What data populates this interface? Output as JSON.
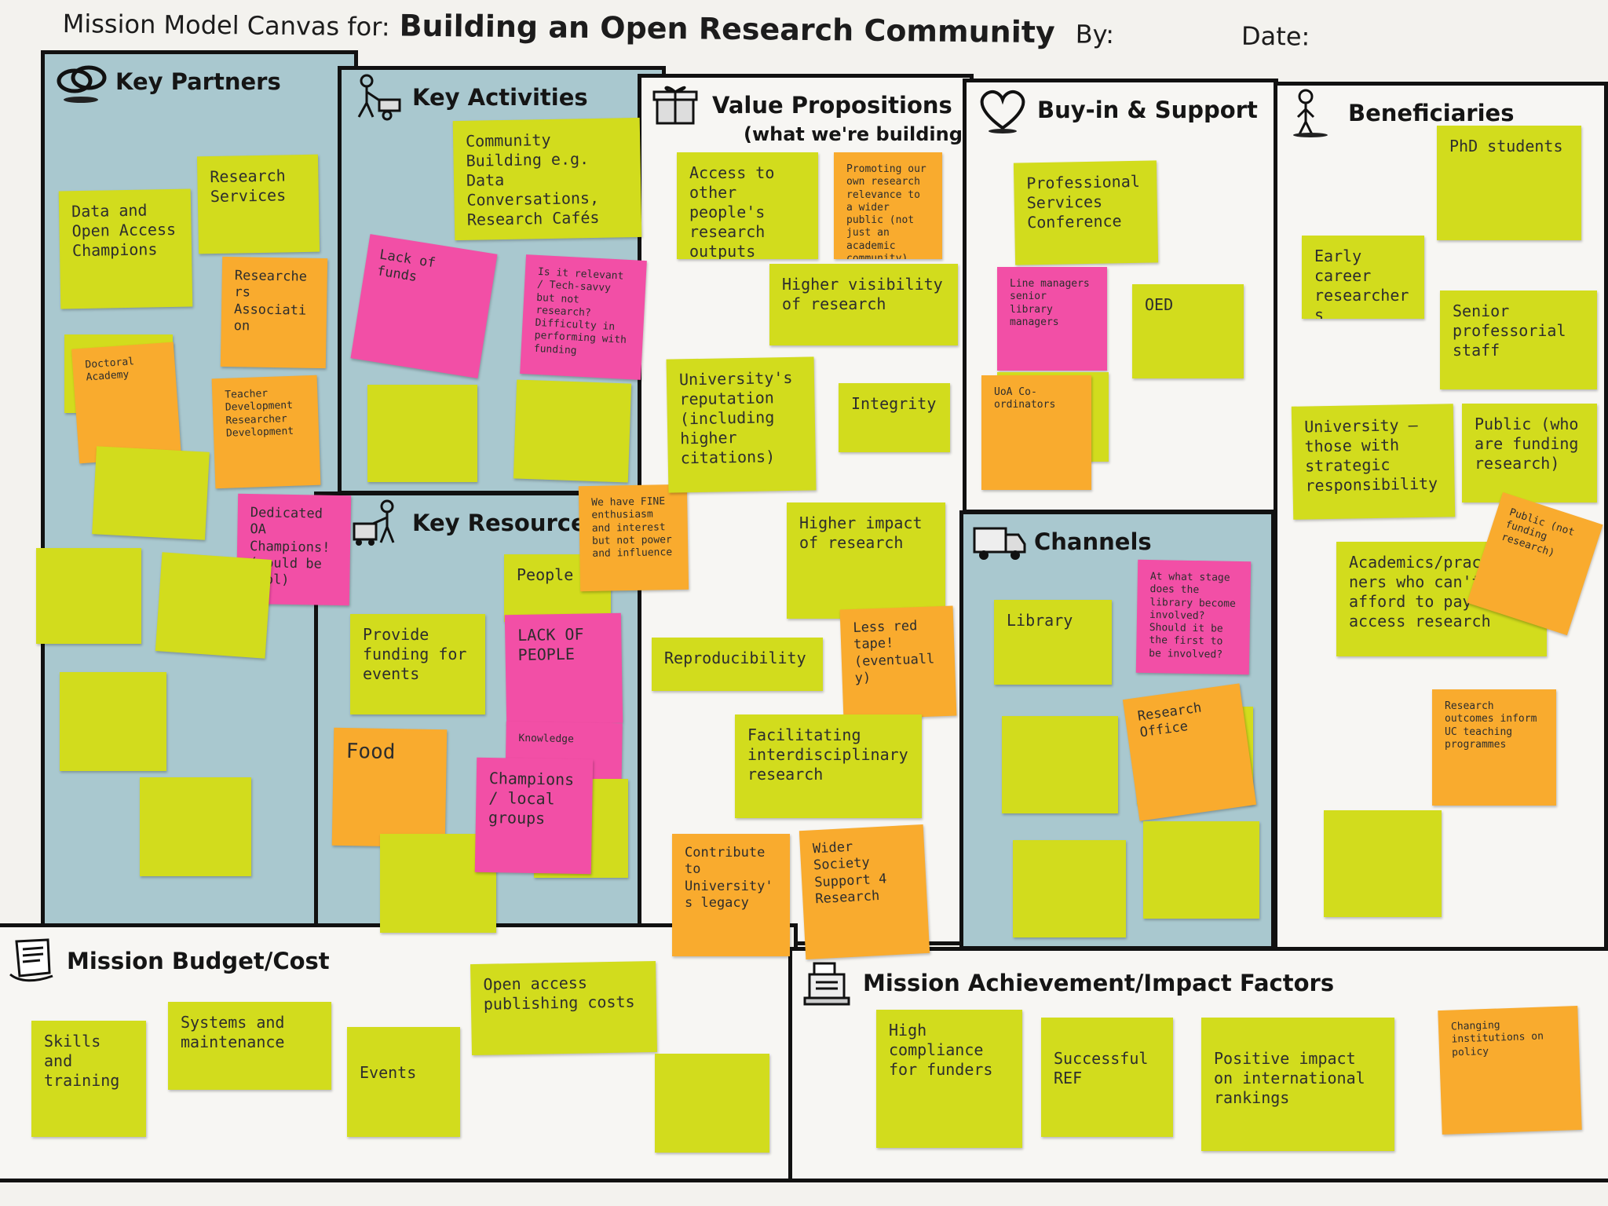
{
  "header": {
    "prefix": "Mission Model Canvas for:",
    "title": "Building an Open Research Community",
    "by_label": "By:",
    "date_label": "Date:"
  },
  "panels": {
    "key_partners": {
      "title": "Key Partners",
      "icon": "chain-link-icon"
    },
    "key_activities": {
      "title": "Key Activities",
      "icon": "person-with-wheelbarrow-icon"
    },
    "value_propositions": {
      "title": "Value Propositions",
      "subtitle": "(what we're building)",
      "icon": "gift-box-icon"
    },
    "buy_in_support": {
      "title": "Buy-in & Support",
      "icon": "heart-icon"
    },
    "beneficiaries": {
      "title": "Beneficiaries",
      "icon": "standing-person-icon"
    },
    "key_resources": {
      "title": "Key Resource",
      "icon": "person-at-crate-icon"
    },
    "channels": {
      "title": "Channels",
      "icon": "truck-icon"
    },
    "mission_budget": {
      "title": "Mission Budget/Cost",
      "icon": "receipt-icon"
    },
    "mission_achievement": {
      "title": "Mission Achievement/Impact Factors",
      "icon": "cash-register-icon"
    }
  },
  "notes": {
    "kp_research_services": "Research Services",
    "kp_data_oa_champions": "Data and Open Access Champions",
    "kp_researchers_association": "Researchers Association",
    "kp_doctoral_academy": "Doctoral Academy",
    "kp_teacher_development": "Teacher Development Researcher Development",
    "kp_dedicated_oa_champions": "Dedicated OA Champions! (would be cool)",
    "ka_community_building": "Community Building e.g. Data Conversations, Research Cafés",
    "ka_lack_of_funds": "Lack of funds",
    "ka_is_it_relevant": "Is it relevant / Tech-savvy but not research? Difficulty in performing with funding",
    "kr_people": "People",
    "kr_enthusiasm": "We have FINE enthusiasm and interest but not power and influence",
    "kr_provide_funding": "Provide funding for events",
    "kr_lack_of_people": "LACK OF PEOPLE",
    "kr_knowledge": "Knowledge",
    "kr_food": "Food",
    "kr_champions_local_groups": "Champions / local groups",
    "vp_access_outputs": "Access to other people's research outputs",
    "vp_promoting": "Promoting our own research relevance to a wider public (not just an academic community)",
    "vp_higher_visibility": "Higher visibility of research",
    "vp_reputation": "University's reputation (including higher citations)",
    "vp_integrity": "Integrity",
    "vp_higher_impact": "Higher impact of research",
    "vp_reproducibility": "Reproducibility",
    "vp_less_red_tape": "Less red tape! (eventually)",
    "vp_interdisciplinary": "Facilitating interdisciplinary research",
    "vp_contribute_legacy": "Contribute to University's legacy",
    "vp_wider_society": "Wider Society Support 4 Research",
    "bs_professional_services": "Professional Services Conference",
    "bs_line_managers": "Line managers senior library managers",
    "bs_oed": "OED",
    "bs_uoa_co_ordinators": "UoA Co-ordinators",
    "ch_library": "Library",
    "ch_at_what_stage": "At what stage does the library become involved? Should it be the first to be involved?",
    "ch_research_office": "Research Office",
    "bn_phd_students": "PhD students",
    "bn_early_career": "Early career researchers",
    "bn_senior_staff": "Senior professorial staff",
    "bn_university_strategic": "University – those with strategic responsibility",
    "bn_public_funding": "Public (who are funding research)",
    "bn_public_not_funding": "Public (not funding research)",
    "bn_academics_practitioners": "Academics/practitioners who can't afford to pay to access research",
    "bn_research_outcomes": "Research outcomes inform UC teaching programmes",
    "mb_skills_training": "Skills and training",
    "mb_systems_maintenance": "Systems and maintenance",
    "mb_events": "Events",
    "mb_oa_publishing": "Open access publishing costs",
    "ma_high_compliance": "High compliance for funders",
    "ma_successful_ref": "Successful REF",
    "ma_positive_impact": "Positive impact on international rankings",
    "ma_changing_institutions": "Changing institutions on policy"
  },
  "colors": {
    "yellow_note": "#d2dc1d",
    "orange_note": "#f9ab2e",
    "pink_note": "#f24fa6",
    "blue_panel": "#a9c8cf",
    "white_panel": "#f7f6f3"
  }
}
